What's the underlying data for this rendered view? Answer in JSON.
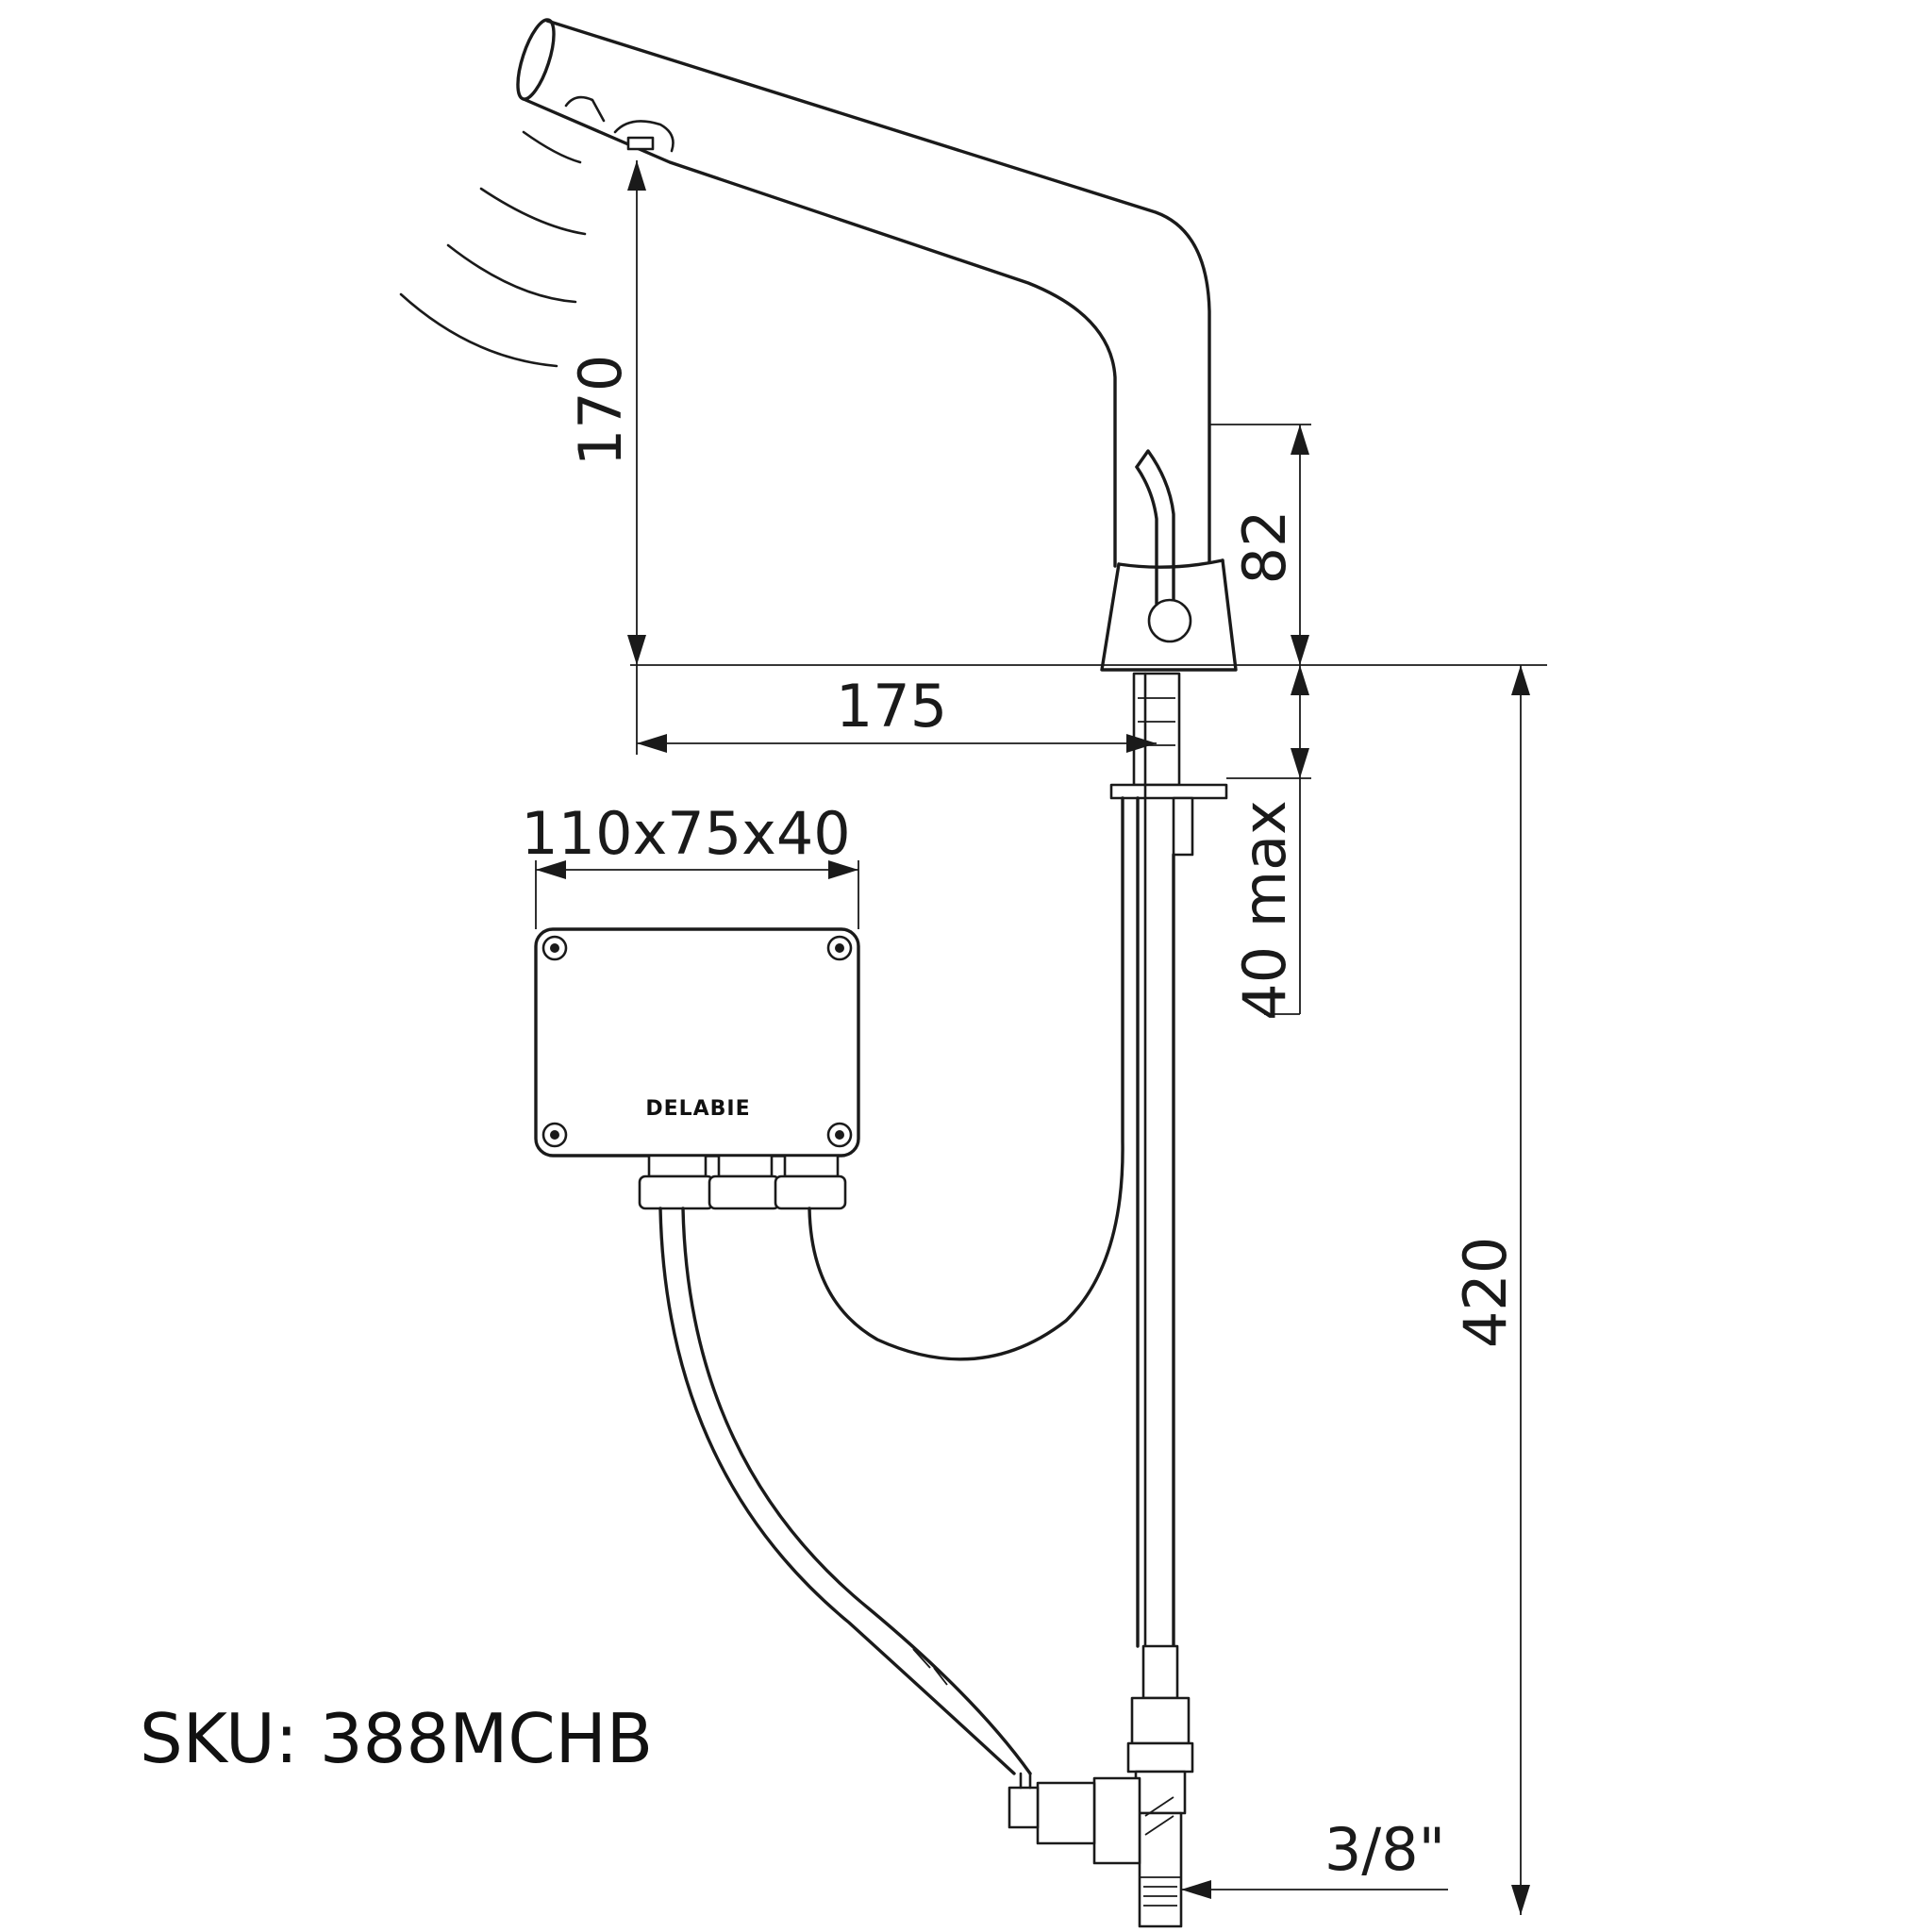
{
  "sku": "SKU: 388MCHB",
  "brand": "DELABIE",
  "dimensions": {
    "spout_height": "170",
    "body_height": "82",
    "spout_reach": "175",
    "box_size": "110x75x40",
    "deck_thickness": "40 max",
    "total_length": "420",
    "thread": "3/8\""
  }
}
